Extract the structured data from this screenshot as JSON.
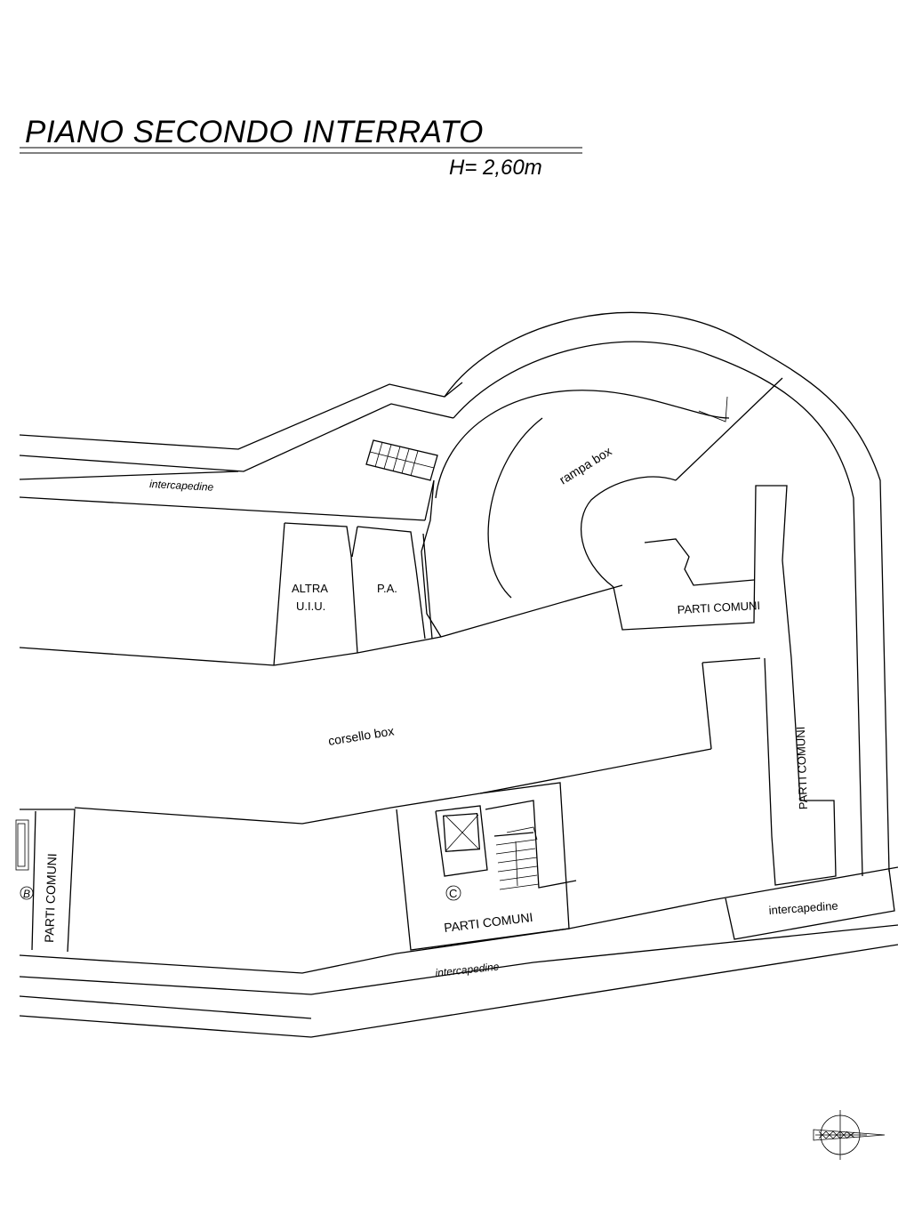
{
  "title": "PIANO SECONDO INTERRATO",
  "height_note": "H= 2,60m",
  "labels": {
    "rampa_box": "rampa box",
    "intercapedine_top": "intercapedine",
    "altra_uiu_line1": "ALTRA",
    "altra_uiu_line2": "U.I.U.",
    "pa": "P.A.",
    "parti_comuni_upper": "PARTI COMUNI",
    "corsello_box": "corsello box",
    "parti_comuni_vertical": "PARTI COMUNI",
    "parti_comuni_left": "PARTI COMUNI",
    "marker_b": "B",
    "marker_c": "C",
    "parti_comuni_center": "PARTI COMUNI",
    "intercapedine_right": "intercapedine",
    "intercapedine_bottom": "intercapedine"
  },
  "icons": {
    "north_arrow": "north-arrow-icon",
    "ramp_arrow": "ramp-direction-arrow-icon",
    "elevator": "elevator-x-icon",
    "stairs": "stairs-icon"
  }
}
